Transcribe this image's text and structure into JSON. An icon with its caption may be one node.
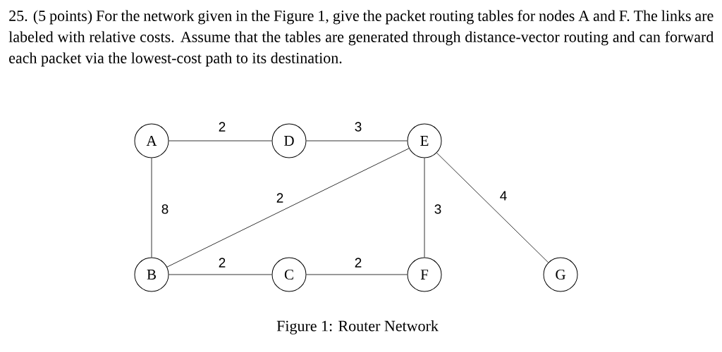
{
  "diagram": {
    "caption": "Figure 1: Router Network",
    "nodes": [
      {
        "text": [
          "A"
        ]
      },
      {
        "text": [
          "D"
        ]
      },
      {
        "text": [
          "E"
        ]
      },
      {
        "text": [
          "B"
        ]
      },
      {
        "text": [
          "C"
        ]
      },
      {
        "text": [
          "F"
        ]
      },
      {
        "text": [
          "G"
        ]
      }
    ],
    "edges": [
      {
        "from": 0,
        "to": 1,
        "arrow": "none",
        "label": "2"
      },
      {
        "from": 1,
        "to": 2,
        "arrow": "none",
        "label": "3"
      },
      {
        "from": 0,
        "to": 3,
        "arrow": "none",
        "label": "8"
      },
      {
        "from": 3,
        "to": 2,
        "arrow": "none",
        "label": "2"
      },
      {
        "from": 2,
        "to": 5,
        "arrow": "none",
        "label": "3"
      },
      {
        "from": 2,
        "to": 6,
        "arrow": "none",
        "label": "4"
      },
      {
        "from": 3,
        "to": 4,
        "arrow": "none",
        "label": "2"
      },
      {
        "from": 4,
        "to": 5,
        "arrow": "none",
        "label": "2"
      }
    ],
    "labels": [
      "25. (5 points) For the network given in the Figure 1, give the packet routing tables for nodes A and F. The links are labeled with relative costs. Assume that the tables are generated through distance-vector routing and can forward each packet via the lowest-cost path to its destination."
    ]
  }
}
